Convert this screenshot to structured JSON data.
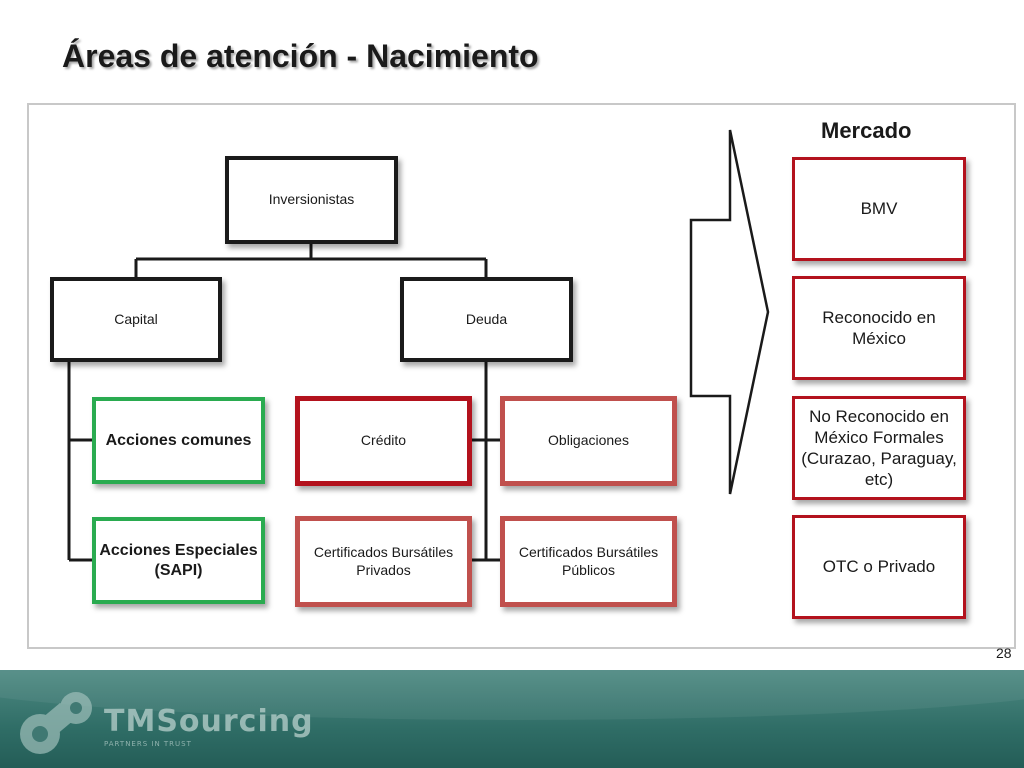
{
  "slide": {
    "title": "Áreas de atención - Nacimiento",
    "page_number": "28"
  },
  "diagram": {
    "root": "Inversionistas",
    "branches": {
      "capital": "Capital",
      "deuda": "Deuda"
    },
    "capital_items": [
      "Acciones comunes",
      "Acciones Especiales (SAPI)"
    ],
    "deuda_items": [
      "Crédito",
      "Obligaciones",
      "Certificados Bursátiles Privados",
      "Certificados Bursátiles Públicos"
    ]
  },
  "market": {
    "title": "Mercado",
    "items": [
      "BMV",
      "Reconocido en México",
      "No Reconocido en México Formales (Curazao, Paraguay, etc)",
      "OTC o Privado"
    ]
  },
  "footer": {
    "logo_text": "TMSourcing",
    "logo_subtext": "PARTNERS IN TRUST"
  },
  "colors": {
    "green_border": "#2aab50",
    "red_border": "#b3121d",
    "light_red_border": "#c0504d",
    "footer_teal": "#2f6d66"
  }
}
